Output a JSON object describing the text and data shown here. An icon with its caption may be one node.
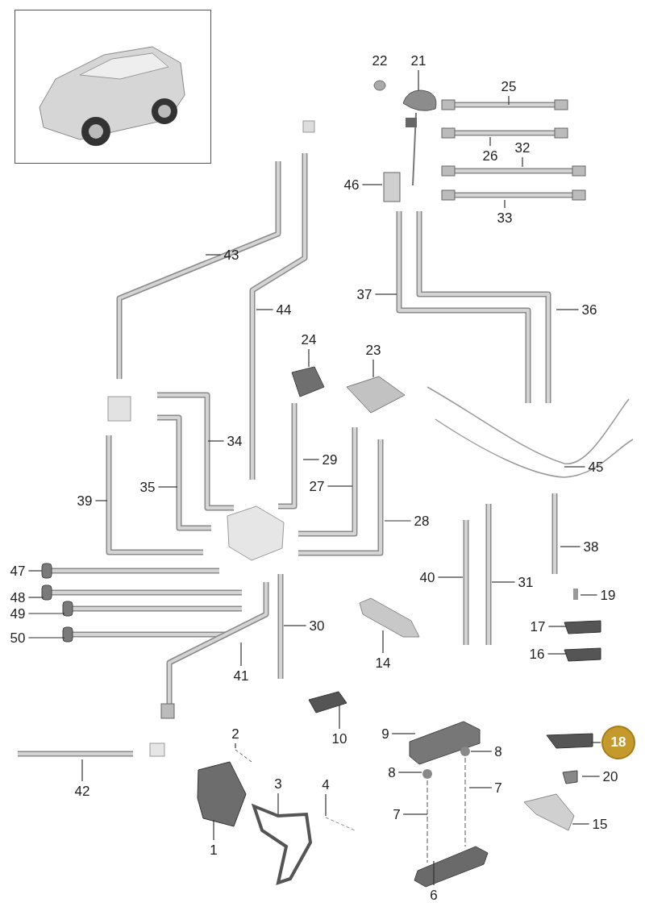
{
  "diagram": {
    "nodes": [
      {
        "text": [
          "21"
        ]
      },
      {
        "text": [
          "25"
        ]
      },
      {
        "text": [
          "32"
        ]
      },
      {
        "text": [
          "26"
        ]
      },
      {
        "text": [
          "46"
        ]
      },
      {
        "text": [
          "33"
        ]
      },
      {
        "text": [
          "43"
        ]
      },
      {
        "text": [
          "37"
        ]
      },
      {
        "text": [
          "44"
        ]
      },
      {
        "text": [
          "36"
        ]
      },
      {
        "text": [
          "24"
        ]
      },
      {
        "text": [
          "23"
        ]
      },
      {
        "text": [
          "34"
        ]
      },
      {
        "text": [
          "29"
        ]
      },
      {
        "text": [
          "45"
        ]
      },
      {
        "text": [
          "27"
        ]
      },
      {
        "text": [
          "35"
        ]
      },
      {
        "text": [
          "39"
        ]
      },
      {
        "text": [
          "28"
        ]
      },
      {
        "text": [
          "38"
        ]
      },
      {
        "text": [
          "47"
        ]
      },
      {
        "text": [
          "40"
        ]
      },
      {
        "text": [
          "31"
        ]
      },
      {
        "text": [
          "19"
        ]
      },
      {
        "text": [
          "48"
        ]
      },
      {
        "text": [
          "49"
        ]
      },
      {
        "text": [
          "30"
        ]
      },
      {
        "text": [
          "17"
        ]
      },
      {
        "text": [
          "50"
        ]
      },
      {
        "text": [
          "16"
        ]
      },
      {
        "text": [
          "14"
        ]
      },
      {
        "text": [
          "41"
        ]
      },
      {
        "text": [
          "2"
        ]
      },
      {
        "text": [
          "9"
        ]
      },
      {
        "text": [
          "10"
        ]
      },
      {
        "text": [
          "18"
        ]
      },
      {
        "text": [
          "8"
        ]
      },
      {
        "text": [
          "8"
        ]
      },
      {
        "text": [
          "20"
        ]
      },
      {
        "text": [
          "3"
        ]
      },
      {
        "text": [
          "4"
        ]
      },
      {
        "text": [
          "7"
        ]
      },
      {
        "text": [
          "42"
        ]
      },
      {
        "text": [
          "7"
        ]
      },
      {
        "text": [
          "15"
        ]
      },
      {
        "text": [
          "1"
        ]
      },
      {
        "text": [
          "6"
        ]
      }
    ],
    "edges": [
      {
        "from": 0,
        "to": null,
        "arrow": "none"
      },
      {
        "from": 1,
        "to": null,
        "arrow": "none"
      },
      {
        "from": 2,
        "to": null,
        "arrow": "none"
      },
      {
        "from": 3,
        "to": null,
        "arrow": "none"
      },
      {
        "from": 4,
        "to": null,
        "arrow": "none"
      },
      {
        "from": 5,
        "to": null,
        "arrow": "none"
      },
      {
        "from": 6,
        "to": null,
        "arrow": "none"
      },
      {
        "from": 7,
        "to": null,
        "arrow": "none"
      },
      {
        "from": 8,
        "to": null,
        "arrow": "none"
      },
      {
        "from": 9,
        "to": null,
        "arrow": "none"
      },
      {
        "from": 10,
        "to": null,
        "arrow": "none"
      },
      {
        "from": 11,
        "to": null,
        "arrow": "none"
      },
      {
        "from": 12,
        "to": null,
        "arrow": "none"
      },
      {
        "from": 13,
        "to": null,
        "arrow": "none"
      },
      {
        "from": 14,
        "to": null,
        "arrow": "none"
      },
      {
        "from": 15,
        "to": null,
        "arrow": "none"
      },
      {
        "from": 16,
        "to": null,
        "arrow": "none"
      },
      {
        "from": 17,
        "to": null,
        "arrow": "none"
      },
      {
        "from": 18,
        "to": null,
        "arrow": "none"
      },
      {
        "from": 19,
        "to": null,
        "arrow": "none"
      },
      {
        "from": 20,
        "to": null,
        "arrow": "none"
      },
      {
        "from": 21,
        "to": null,
        "arrow": "none"
      },
      {
        "from": 22,
        "to": null,
        "arrow": "none"
      },
      {
        "from": 23,
        "to": null,
        "arrow": "none"
      },
      {
        "from": 24,
        "to": null,
        "arrow": "none"
      },
      {
        "from": 25,
        "to": null,
        "arrow": "none"
      },
      {
        "from": 26,
        "to": null,
        "arrow": "none"
      },
      {
        "from": 27,
        "to": null,
        "arrow": "none"
      },
      {
        "from": 28,
        "to": null,
        "arrow": "none"
      },
      {
        "from": 29,
        "to": null,
        "arrow": "none"
      },
      {
        "from": 30,
        "to": null,
        "arrow": "none"
      },
      {
        "from": 31,
        "to": null,
        "arrow": "none"
      },
      {
        "from": 32,
        "to": null,
        "arrow": "none"
      },
      {
        "from": 33,
        "to": null,
        "arrow": "none"
      },
      {
        "from": 34,
        "to": null,
        "arrow": "none"
      },
      {
        "from": 35,
        "to": null,
        "arrow": "none"
      },
      {
        "from": 36,
        "to": null,
        "arrow": "none"
      },
      {
        "from": 37,
        "to": null,
        "arrow": "none"
      },
      {
        "from": 38,
        "to": null,
        "arrow": "none"
      },
      {
        "from": 39,
        "to": null,
        "arrow": "none"
      },
      {
        "from": 40,
        "to": null,
        "arrow": "none"
      },
      {
        "from": 41,
        "to": null,
        "arrow": "none"
      },
      {
        "from": 42,
        "to": null,
        "arrow": "none"
      },
      {
        "from": 43,
        "to": null,
        "arrow": "none"
      },
      {
        "from": 44,
        "to": null,
        "arrow": "none"
      },
      {
        "from": 45,
        "to": null,
        "arrow": "none"
      },
      {
        "from": 46,
        "to": null,
        "arrow": "none"
      }
    ],
    "labels": [
      "22"
    ]
  }
}
